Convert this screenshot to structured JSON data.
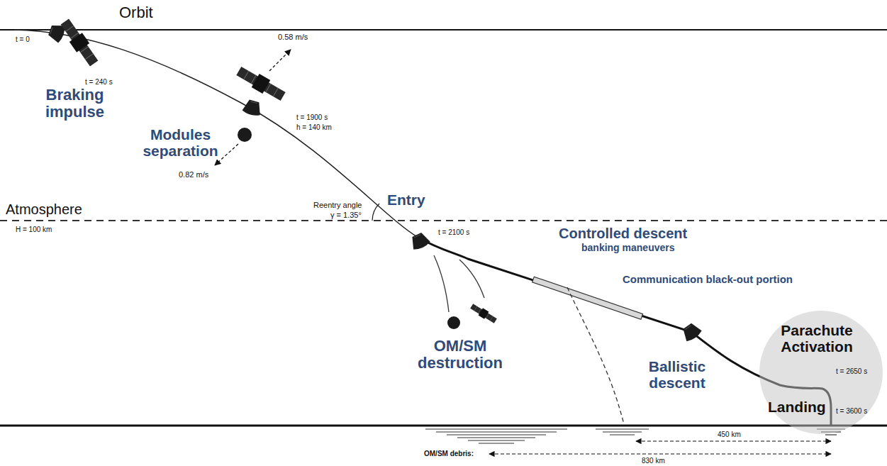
{
  "diagram": {
    "nodes": [
      {
        "text": [
          "Parachute Activation",
          "t = 2650 s",
          "Landing",
          "t = 3600 s"
        ]
      }
    ],
    "edges": [],
    "labels": [
      "Orbit",
      "t = 0",
      "t = 240 s",
      "Braking impulse",
      "0.58 m/s",
      "Modules separation",
      "t = 1900 s",
      "h = 140 km",
      "0.82 m/s",
      "Entry",
      "t = 2100 s",
      "Reentry angle",
      "γ = 1.35°",
      "Atmosphere",
      "H = 100 km",
      "Controlled descent",
      "banking maneuvers",
      "Communication black-out portion",
      "OM/SM destruction",
      "Ballistic descent",
      "450 km",
      "OM/SM debris:",
      "830 km"
    ]
  }
}
